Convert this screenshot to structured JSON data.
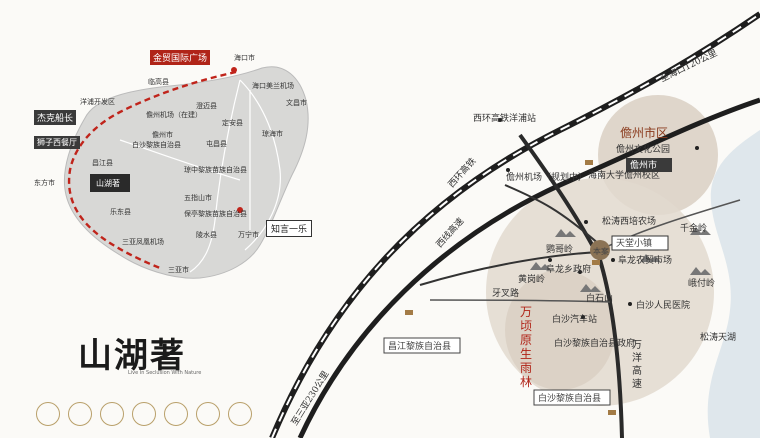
{
  "colors": {
    "road": "#1e1e1e",
    "route": "#c0241b",
    "island": "#d8d8d6",
    "zone": "#d9cfc3",
    "zone_dark": "#bfb3a8",
    "sea": "#dbe4ea",
    "brand_red": "#b02418"
  },
  "inset": {
    "callouts": {
      "jinmao": "金贸国际广场",
      "jiekebao": "杰克船长",
      "shizhi": "狮子西餐厅",
      "zhishi": "知言一乐"
    },
    "labels": {
      "haikou": "海口市",
      "lingao": "临高县",
      "yangpu": "洋浦开发区",
      "danzhou": "儋州市",
      "chengmai": "澄迈县",
      "dingan": "定安县",
      "wenchang": "文昌市",
      "tunchang": "屯昌县",
      "qionghai": "琼海市",
      "danzhou_airport": "儋州机场（在建）",
      "baisha": "白沙黎族自治县",
      "changjiang": "昌江县",
      "dongfang": "东方市",
      "ledong": "乐东县",
      "qiongzhong": "琼中黎族苗族自治县",
      "wuzhishan": "五指山市",
      "baoting": "保亭黎族苗族自治县",
      "wanning": "万宁市",
      "lingshui": "陵水县",
      "sanya_airport": "三亚凤凰机场",
      "sanya": "三亚市",
      "haikou_airport": "海口美兰机场",
      "project": "山湖著"
    }
  },
  "brand": {
    "logo_text": "山湖著",
    "slogan": "Live In Seclusion With Nature"
  },
  "main": {
    "roads": {
      "xihuan_rail": "西环高铁",
      "xixian_expressway": "西线高速",
      "to_haikou": "至海口120公里",
      "to_sanya": "至三亚230公里",
      "wanyang_expressway": "万洋高速"
    },
    "places": {
      "yangpu_station": "西环高铁洋浦站",
      "danzhou_city": "儋州市区",
      "danzhou_culture_park": "儋州文化公园",
      "danzhou_city_tag": "儋州市",
      "danzhou_airport": "儋州机场（规划中）",
      "hainan_univ": "海南大学儋州校区",
      "songtao": "松涛西培农场",
      "qianjinling": "千金岭",
      "project_marker": "本案",
      "tiantang": "天堂小镇",
      "fulong_farm": "阜龙农贸市场",
      "eshaoling": "峨付岭",
      "yingge": "鹦哥岭",
      "fulong_gov": "阜龙乡政府",
      "huangbaling": "黄岗岭",
      "yachaling": "牙叉路",
      "baishishan": "白石山",
      "baisha_hospital": "白沙人民医院",
      "wanqing_rainforest": "万顷原生雨林",
      "baisha_bus": "白沙汽车站",
      "baisha_gov": "白沙黎族自治县政府",
      "changjiang_county": "昌江黎族自治县",
      "baisha_county": "白沙黎族自治县",
      "songtao_lake": "松涛天湖"
    }
  }
}
